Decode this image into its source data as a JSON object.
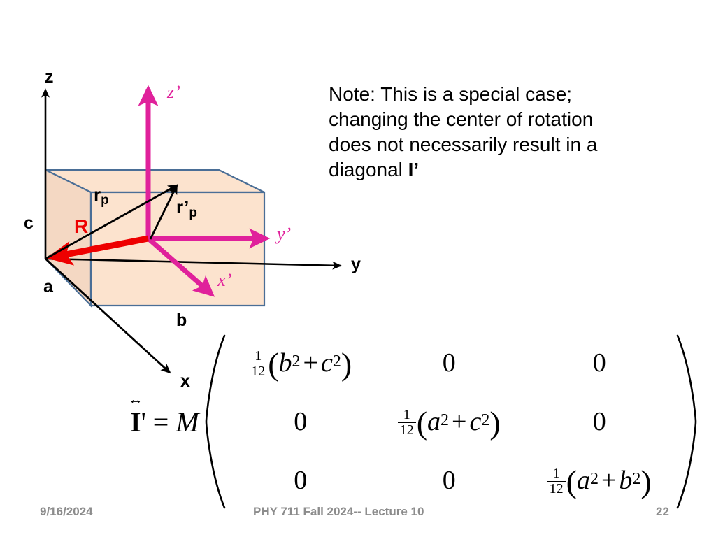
{
  "note": {
    "line1": "Note: This is a special case;",
    "line2": "changing the center of rotation",
    "line3": "does not necessarily result in a",
    "line4_pre": "diagonal ",
    "line4_sym": "I’"
  },
  "figure": {
    "axes": {
      "z": "z",
      "y": "y",
      "x": "x",
      "z_prime": "z’",
      "y_prime": "y’",
      "x_prime": "x’"
    },
    "dimensions": {
      "a": "a",
      "b": "b",
      "c": "c"
    },
    "vectors": {
      "r_p_base": "r",
      "r_p_sub": "p",
      "r_prime_p_base": "r’",
      "r_prime_p_sub": "p",
      "R": "R"
    },
    "colors": {
      "box_fill": "#FCE3CE",
      "box_fill_side": "#F6DCC8",
      "box_edge": "#4A6E96",
      "primed_axis": "#E0219B",
      "R_vector": "#EE0000",
      "axis": "#000000"
    }
  },
  "equation": {
    "lhs_tensor": "I",
    "lhs_tensor_accent": "↔",
    "lhs_prime": "'",
    "lhs_equals": "=",
    "lhs_mass": "M",
    "fraction": {
      "numerator": "1",
      "denominator": "12"
    },
    "matrix": [
      [
        {
          "type": "expr",
          "frac": "1/12",
          "terms": [
            "b",
            "c"
          ],
          "exp": "2",
          "op": "+"
        },
        {
          "type": "zero",
          "value": "0"
        },
        {
          "type": "zero",
          "value": "0"
        }
      ],
      [
        {
          "type": "zero",
          "value": "0"
        },
        {
          "type": "expr",
          "frac": "1/12",
          "terms": [
            "a",
            "c"
          ],
          "exp": "2",
          "op": "+"
        },
        {
          "type": "zero",
          "value": "0"
        }
      ],
      [
        {
          "type": "zero",
          "value": "0"
        },
        {
          "type": "zero",
          "value": "0"
        },
        {
          "type": "expr",
          "frac": "1/12",
          "terms": [
            "a",
            "b"
          ],
          "exp": "2",
          "op": "+"
        }
      ]
    ],
    "cells": {
      "r0c0_var1": "b",
      "r0c0_var2": "c",
      "r1c1_var1": "a",
      "r1c1_var2": "c",
      "r2c2_var1": "a",
      "r2c2_var2": "b",
      "exp": "2",
      "plus": "+",
      "zero": "0"
    }
  },
  "footer": {
    "date": "9/16/2024",
    "center": "PHY 711  Fall 2024-- Lecture 10",
    "page": "22"
  }
}
